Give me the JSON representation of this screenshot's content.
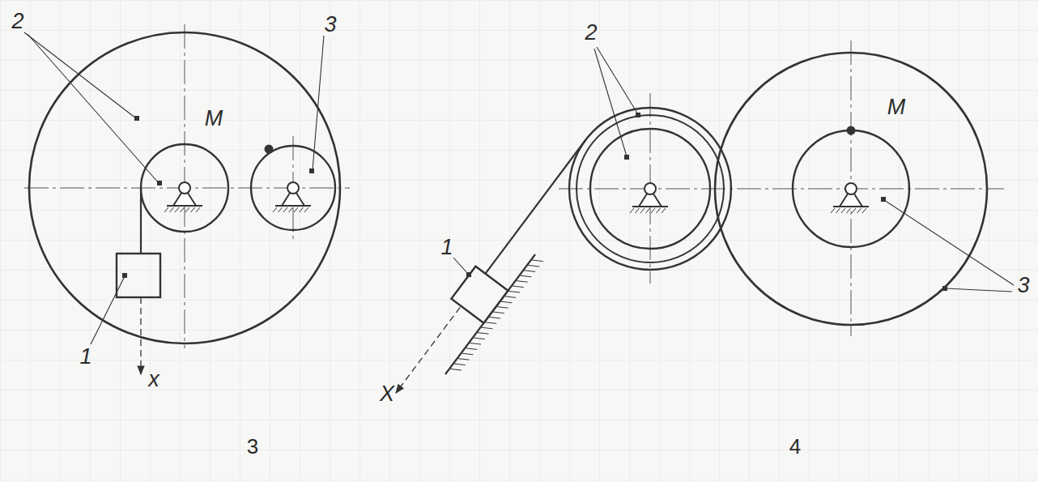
{
  "diagram": {
    "labels": [
      "2",
      "M",
      "3",
      "1",
      "x",
      "3",
      "2",
      "M",
      "1",
      "X",
      "3",
      "4"
    ]
  }
}
